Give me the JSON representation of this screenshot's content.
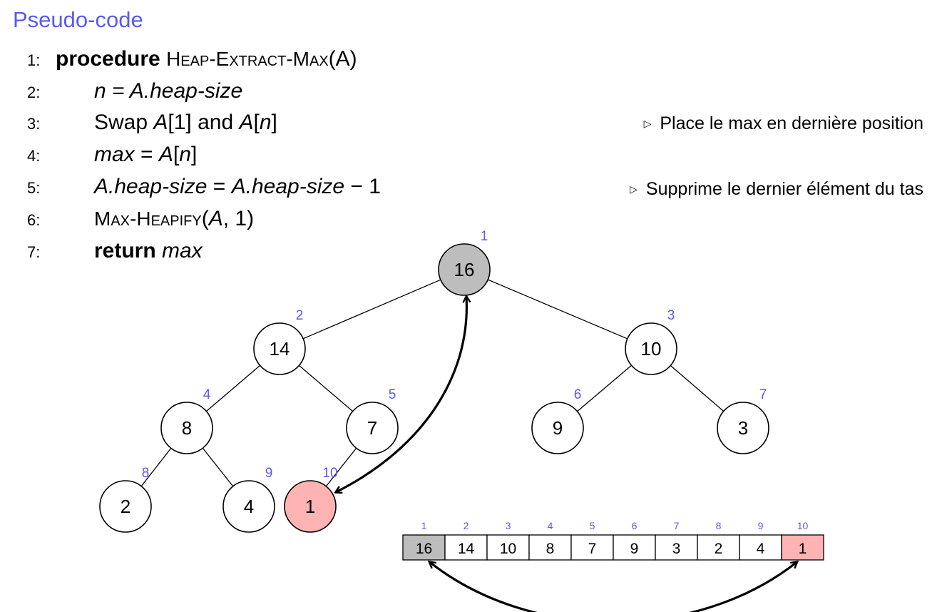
{
  "title": "Pseudo-code",
  "pseudocode": {
    "lines": [
      {
        "num": "1:",
        "kw": "procedure",
        "name_parts": [
          "H",
          "EAP",
          "-E",
          "XTRACT",
          "-M",
          "AX"
        ],
        "args": "(A)"
      },
      {
        "num": "2:",
        "text": "n = A.heap-size"
      },
      {
        "num": "3:",
        "text_a": "Swap ",
        "text_b": "A",
        "text_c": "[1] and ",
        "text_d": "A",
        "text_e": "[",
        "text_f": "n",
        "text_g": "]",
        "comment": "Place le max en dernière position"
      },
      {
        "num": "4:",
        "text_a": "max",
        "text_b": " = ",
        "text_c": "A",
        "text_d": "[",
        "text_e": "n",
        "text_f": "]"
      },
      {
        "num": "5:",
        "text_a": "A.heap-size",
        "text_b": " = ",
        "text_c": "A.heap-size",
        "text_d": " − 1",
        "comment": "Supprime le dernier élément du tas"
      },
      {
        "num": "6:",
        "name_parts": [
          "M",
          "AX",
          "-H",
          "EAPIFY"
        ],
        "args_a": "(",
        "args_b": "A",
        "args_c": ", 1)"
      },
      {
        "num": "7:",
        "kw": "return",
        "text": "max"
      }
    ],
    "comment_marker": "▷"
  },
  "tree": {
    "nodes": [
      {
        "index": "1",
        "value": "16",
        "state": "max"
      },
      {
        "index": "2",
        "value": "14",
        "state": "normal"
      },
      {
        "index": "3",
        "value": "10",
        "state": "normal"
      },
      {
        "index": "4",
        "value": "8",
        "state": "normal"
      },
      {
        "index": "5",
        "value": "7",
        "state": "normal"
      },
      {
        "index": "6",
        "value": "9",
        "state": "normal"
      },
      {
        "index": "7",
        "value": "3",
        "state": "normal"
      },
      {
        "index": "8",
        "value": "2",
        "state": "normal"
      },
      {
        "index": "9",
        "value": "4",
        "state": "normal"
      },
      {
        "index": "10",
        "value": "1",
        "state": "last"
      }
    ],
    "swap": [
      "1",
      "10"
    ]
  },
  "array": {
    "cells": [
      {
        "index": "1",
        "value": "16",
        "state": "max"
      },
      {
        "index": "2",
        "value": "14",
        "state": "normal"
      },
      {
        "index": "3",
        "value": "10",
        "state": "normal"
      },
      {
        "index": "4",
        "value": "8",
        "state": "normal"
      },
      {
        "index": "5",
        "value": "7",
        "state": "normal"
      },
      {
        "index": "6",
        "value": "9",
        "state": "normal"
      },
      {
        "index": "7",
        "value": "3",
        "state": "normal"
      },
      {
        "index": "8",
        "value": "2",
        "state": "normal"
      },
      {
        "index": "9",
        "value": "4",
        "state": "normal"
      },
      {
        "index": "10",
        "value": "1",
        "state": "last"
      }
    ]
  },
  "colors": {
    "accent": "#5a5aed",
    "max_fill": "#bdbdbd",
    "last_fill": "#ffb3b3",
    "normal_fill": "#ffffff"
  }
}
